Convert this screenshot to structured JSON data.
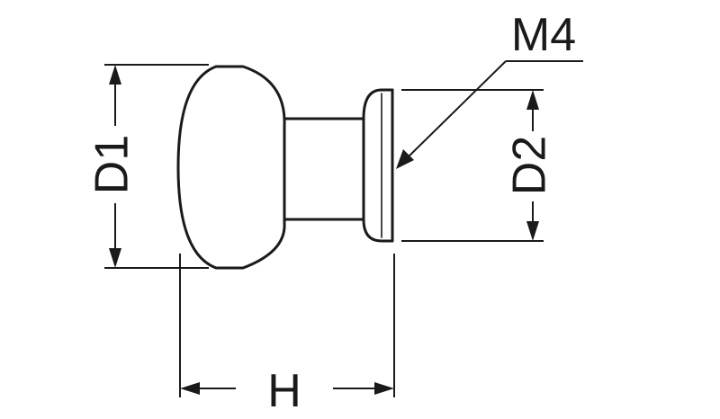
{
  "labels": {
    "d1": "D1",
    "d2": "D2",
    "h": "H",
    "thread": "M4"
  },
  "colors": {
    "line": "#1a1a1a",
    "background": "#ffffff"
  }
}
